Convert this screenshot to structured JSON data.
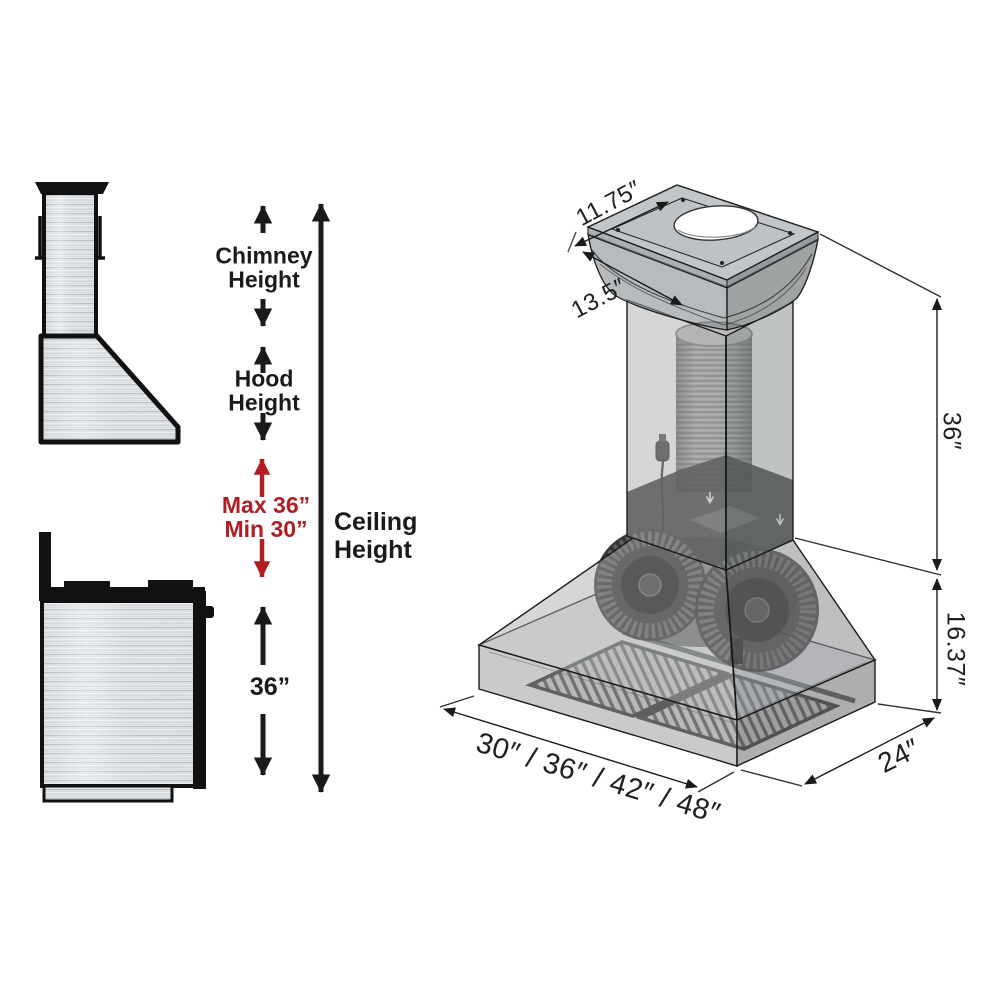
{
  "colors": {
    "accent_red": "#b01e23",
    "ink": "#1a1a1a"
  },
  "clearance_diagram": {
    "chimney_height": {
      "line1": "Chimney",
      "line2": "Height"
    },
    "hood_height": {
      "line1": "Hood",
      "line2": "Height"
    },
    "mount_max": "Max 36”",
    "mount_min": "Min 30”",
    "range_to_hood": "36”",
    "ceiling_height": {
      "line1": "Ceiling",
      "line2": "Height"
    }
  },
  "hood_3d": {
    "chimney_top_depth": "11.75″",
    "chimney_top_width": "13.5″",
    "chimney_height": "36″",
    "hood_height": "16.37″",
    "hood_depth": "24″",
    "hood_widths": "30″ / 36″ / 42″ / 48″"
  }
}
